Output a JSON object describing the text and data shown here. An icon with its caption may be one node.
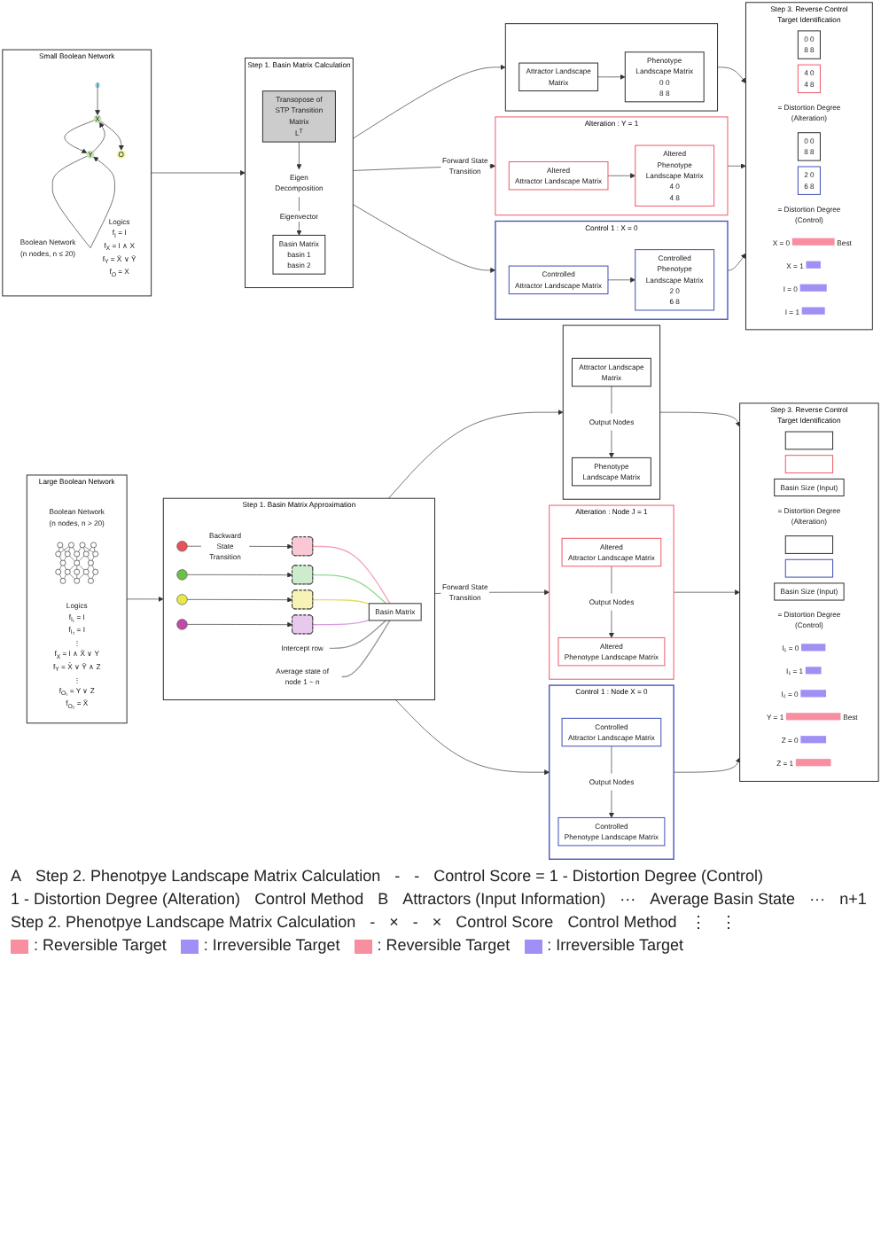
{
  "diagram": {
    "nodes": [
      {
        "text": [
          "Small Boolean Network"
        ]
      },
      {
        "text": [
          "Boolean Network (n nodes, n ≤ 20)"
        ],
        "in": 0
      },
      {
        "text": [
          "I"
        ],
        "in": 0
      },
      {
        "text": [
          "X"
        ],
        "in": 0
      },
      {
        "text": [
          "Y"
        ],
        "in": 0
      },
      {
        "text": [
          "O"
        ],
        "in": 0
      },
      {
        "text": [
          "Logics",
          "f$_{I}$ = I",
          "f$_{X}$ = I ∧ X",
          "f$_{Y}$ = X̄ ∨ Ȳ",
          "f$_{O}$ = X"
        ],
        "in": 0
      },
      {
        "text": [
          "Step 1. Basin Matrix Calculation"
        ]
      },
      {
        "text": [
          "Transopose of STP Transition Matrix",
          "L$^{T}$"
        ],
        "in": 7
      },
      {
        "text": [
          "Eigen Decomposition"
        ],
        "in": 7
      },
      {
        "text": [
          "Basin Matrix",
          "basin 1",
          "basin 2"
        ],
        "in": 7
      },
      {
        "text": [],
        "shape": "box"
      },
      {
        "text": [
          "Attractor Landscape Matrix"
        ],
        "in": 11
      },
      {
        "text": [
          "Phenotype Landscape Matrix",
          "0 0",
          "8 8"
        ],
        "in": 11
      },
      {
        "text": [
          "Alteration : Y = 1"
        ]
      },
      {
        "text": [
          "Altered",
          "Attractor Landscape Matrix"
        ],
        "in": 14
      },
      {
        "text": [
          "Altered",
          "Phenotype Landscape Matrix",
          "4 0",
          "4 8"
        ],
        "in": 14
      },
      {
        "text": [
          "Control 1 : X = 0"
        ]
      },
      {
        "text": [
          "Controlled",
          "Attractor Landscape Matrix"
        ],
        "in": 17
      },
      {
        "text": [
          "Controlled",
          "Phenotype Landscape Matrix",
          "2 0",
          "6 8"
        ],
        "in": 17
      },
      {
        "text": [
          "Step 3. Reverse Control Target Identification"
        ]
      },
      {
        "text": [
          "0 0",
          "8 8"
        ],
        "in": 20
      },
      {
        "text": [
          "4 0",
          "4 8"
        ],
        "in": 20
      },
      {
        "text": [
          "= Distortion Degree (Alteration)"
        ],
        "in": 20
      },
      {
        "text": [
          "0 0",
          "8 8"
        ],
        "in": 20
      },
      {
        "text": [
          "2 0",
          "6 8"
        ],
        "in": 20
      },
      {
        "text": [
          "= Distortion Degree (Control)"
        ],
        "in": 20
      },
      {
        "text": [],
        "shape": "bar",
        "beside": [
          "X = 0",
          "Best"
        ],
        "in": 20
      },
      {
        "text": [],
        "shape": "bar",
        "beside": [
          "X = 1"
        ],
        "in": 20
      },
      {
        "text": [],
        "shape": "bar",
        "beside": [
          "I = 0"
        ],
        "in": 20
      },
      {
        "text": [],
        "shape": "bar",
        "beside": [
          "I = 1"
        ],
        "in": 20
      },
      {
        "text": [
          "Large Boolean Network"
        ]
      },
      {
        "text": [
          "Boolean Network (n nodes, n > 20)"
        ],
        "in": 31
      },
      {
        "text": [],
        "shape": "picture",
        "in": 31
      },
      {
        "text": [
          "Logics",
          "f$_{I₁}$ = I",
          "f$_{I₂}$ = I",
          "⋮",
          "f$_{X}$ = I ∧ X̄ ∨ Y",
          "f$_{Y}$ = X̄ ∨ Ȳ ∧ Z",
          "⋮",
          "f$_{O₁}$ = Y ∨ Z",
          "f$_{O₂}$ = X̄"
        ],
        "in": 31
      },
      {
        "text": [
          "Step 1. Basin Matrix Approximation"
        ]
      },
      {
        "text": [],
        "shape": "circle",
        "in": 35
      },
      {
        "text": [],
        "shape": "circle",
        "in": 35
      },
      {
        "text": [],
        "shape": "circle",
        "in": 35
      },
      {
        "text": [],
        "shape": "circle",
        "in": 35
      },
      {
        "text": [],
        "shape": "cloud",
        "in": 35
      },
      {
        "text": [],
        "shape": "cloud",
        "in": 35
      },
      {
        "text": [],
        "shape": "cloud",
        "in": 35
      },
      {
        "text": [],
        "shape": "cloud",
        "in": 35
      },
      {
        "text": [
          "Basin Matrix"
        ],
        "in": 35
      },
      {
        "text": [
          "Intercept row"
        ],
        "in": 35
      },
      {
        "text": [
          "Average state of node 1 ~ n"
        ],
        "in": 35
      },
      {
        "text": [],
        "shape": "box"
      },
      {
        "text": [
          "Attractor Landscape Matrix"
        ],
        "in": 47
      },
      {
        "text": [
          "Output Nodes"
        ],
        "in": 47
      },
      {
        "text": [
          "Phenotype Landscape Matrix"
        ],
        "in": 47
      },
      {
        "text": [
          "Alteration : Node J = 1"
        ]
      },
      {
        "text": [
          "Altered",
          "Attractor Landscape Matrix"
        ],
        "in": 51
      },
      {
        "text": [
          "Output Nodes"
        ],
        "in": 51
      },
      {
        "text": [
          "Altered",
          "Phenotype Landscape Matrix"
        ],
        "in": 51
      },
      {
        "text": [
          "Control 1 : Node X = 0"
        ]
      },
      {
        "text": [
          "Controlled",
          "Attractor Landscape Matrix"
        ],
        "in": 55
      },
      {
        "text": [
          "Output Nodes"
        ],
        "in": 55
      },
      {
        "text": [
          "Controlled",
          "Phenotype Landscape Matrix"
        ],
        "in": 55
      },
      {
        "text": [
          "Step 3. Reverse Control Target Identification"
        ]
      },
      {
        "text": [],
        "shape": "box",
        "in": 59
      },
      {
        "text": [],
        "shape": "box",
        "in": 59
      },
      {
        "text": [
          "Basin Size (Input)"
        ],
        "in": 59
      },
      {
        "text": [
          "= Distortion Degree (Alteration)"
        ],
        "in": 59
      },
      {
        "text": [],
        "shape": "box",
        "in": 59
      },
      {
        "text": [],
        "shape": "box",
        "in": 59
      },
      {
        "text": [
          "Basin Size (Input)"
        ],
        "in": 59
      },
      {
        "text": [
          "= Distortion Degree (Control)"
        ],
        "in": 59
      },
      {
        "text": [],
        "shape": "bar",
        "beside": [
          "I₁ = 0"
        ],
        "in": 59
      },
      {
        "text": [],
        "shape": "bar",
        "beside": [
          "I₁ = 1"
        ],
        "in": 59
      },
      {
        "text": [],
        "shape": "bar",
        "beside": [
          "I₂ = 0"
        ],
        "in": 59
      },
      {
        "text": [],
        "shape": "bar",
        "beside": [
          "Y = 1",
          "Best"
        ],
        "in": 59
      },
      {
        "text": [],
        "shape": "bar",
        "beside": [
          "Z = 0"
        ],
        "in": 59
      },
      {
        "text": [],
        "shape": "bar",
        "beside": [
          "Z = 1"
        ],
        "in": 59
      }
    ],
    "edges": [
      {
        "from": 2,
        "to": 3,
        "arrow": "to"
      },
      {
        "from": 3,
        "to": 4,
        "arrow": "to"
      },
      {
        "from": 4,
        "to": 3,
        "arrow": "to"
      },
      {
        "from": 4,
        "to": 4,
        "arrow": "to"
      },
      {
        "from": 3,
        "to": 5,
        "arrow": "to"
      },
      {
        "from": 0,
        "to": 7,
        "arrow": "to"
      },
      {
        "from": 8,
        "to": 9,
        "arrow": "to"
      },
      {
        "from": 9,
        "to": 10,
        "arrow": "to",
        "label": "Eigenvector"
      },
      {
        "from": 7,
        "to": 11,
        "arrow": "to"
      },
      {
        "from": 7,
        "to": 14,
        "arrow": "to",
        "label": "Forward State Transition"
      },
      {
        "from": 7,
        "to": 17,
        "arrow": "to"
      },
      {
        "from": 12,
        "to": 13,
        "arrow": "to"
      },
      {
        "from": 15,
        "to": 16,
        "arrow": "to"
      },
      {
        "from": 18,
        "to": 19,
        "arrow": "to"
      },
      {
        "from": 11,
        "to": 20,
        "arrow": "to"
      },
      {
        "from": 14,
        "to": 20,
        "arrow": "to"
      },
      {
        "from": 17,
        "to": 20,
        "arrow": "to"
      },
      {
        "from": 31,
        "to": 35,
        "arrow": "to"
      },
      {
        "from": 36,
        "to": 40,
        "arrow": "to",
        "label": "Backward State Transition"
      },
      {
        "from": 37,
        "to": 41,
        "arrow": "to"
      },
      {
        "from": 38,
        "to": 42,
        "arrow": "to"
      },
      {
        "from": 39,
        "to": 43,
        "arrow": "to"
      },
      {
        "from": 40,
        "to": 44,
        "arrow": "none",
        "color": "#f4a6b8"
      },
      {
        "from": 41,
        "to": 44,
        "arrow": "none",
        "color": "#8fd88f"
      },
      {
        "from": 42,
        "to": 44,
        "arrow": "none",
        "color": "#e2dc5c"
      },
      {
        "from": 43,
        "to": 44,
        "arrow": "none",
        "color": "#d89ce0"
      },
      {
        "from": 45,
        "to": 44,
        "arrow": "none",
        "color": "#999999"
      },
      {
        "from": 46,
        "to": 44,
        "arrow": "none",
        "color": "#999999"
      },
      {
        "from": 35,
        "to": 47,
        "arrow": "to"
      },
      {
        "from": 35,
        "to": 51,
        "arrow": "to",
        "label": "Forward State Transition"
      },
      {
        "from": 35,
        "to": 55,
        "arrow": "to"
      },
      {
        "from": 48,
        "to": 49,
        "arrow": "none"
      },
      {
        "from": 49,
        "to": 50,
        "arrow": "to"
      },
      {
        "from": 52,
        "to": 53,
        "arrow": "none"
      },
      {
        "from": 53,
        "to": 54,
        "arrow": "to"
      },
      {
        "from": 56,
        "to": 57,
        "arrow": "none"
      },
      {
        "from": 57,
        "to": 58,
        "arrow": "to"
      },
      {
        "from": 47,
        "to": 59,
        "arrow": "to"
      },
      {
        "from": 51,
        "to": 59,
        "arrow": "to"
      },
      {
        "from": 55,
        "to": 59,
        "arrow": "to"
      }
    ],
    "labels": [
      "A",
      "Step 2. Phenotpye Landscape Matrix Calculation",
      "-",
      "-",
      "Control Score = 1 - Distortion Degree (Control)",
      "1 - Distortion Degree (Alteration)",
      "Control Method",
      "B",
      "Attractors (Input Information)",
      "···",
      "Average Basin State",
      "···",
      "n+1",
      "Step 2. Phenotpye Landscape Matrix Calculation",
      "-",
      "×",
      "-",
      "×",
      "Control Score",
      "Control Method",
      "⋮",
      "⋮"
    ],
    "legend": [
      {
        "text": ": Reversible Target",
        "color": "#f78fa0"
      },
      {
        "text": ": Irreversible Target",
        "color": "#9e90f5"
      },
      {
        "text": ": Reversible Target",
        "color": "#f78fa0"
      },
      {
        "text": ": Irreversible Target",
        "color": "#9e90f5"
      }
    ]
  }
}
